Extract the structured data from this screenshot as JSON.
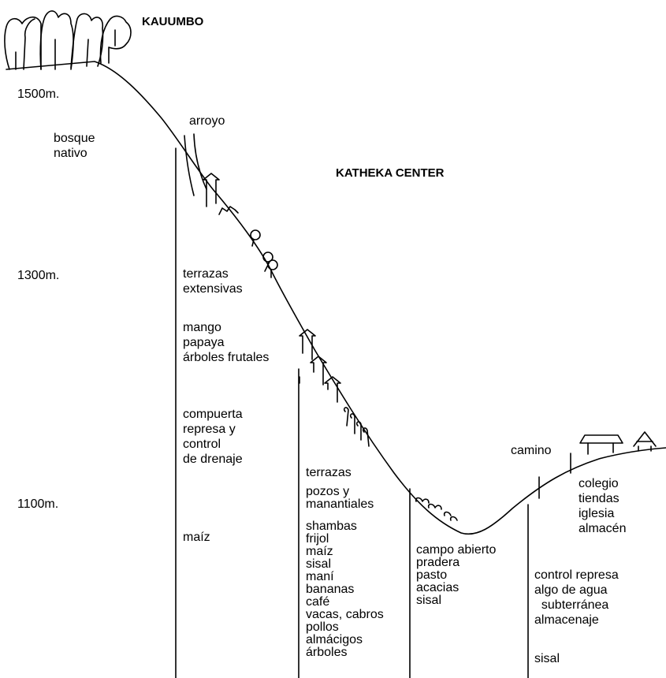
{
  "places": {
    "kauumbo": "KAUUMBO",
    "katheka": "KATHEKA CENTER"
  },
  "elevations": {
    "e1500": "1500m.",
    "e1300": "1300m.",
    "e1100": "1100m."
  },
  "features": {
    "arroyo": "arroyo",
    "camino": "camino"
  },
  "zones": {
    "forest": [
      "bosque",
      "nativo"
    ],
    "upper_slope": {
      "group1": [
        "terrazas",
        "extensivas"
      ],
      "group2": [
        "mango",
        "papaya",
        "árboles frutales"
      ],
      "group3": [
        "compuerta",
        "represa y",
        "control",
        "de drenaje"
      ],
      "group4": [
        "maíz"
      ]
    },
    "lower_slope": {
      "group1": [
        "terrazas"
      ],
      "group2": [
        "pozos y",
        "manantiales"
      ],
      "group3": [
        "shambas",
        "frijol",
        "maíz",
        "sisal",
        "maní",
        "bananas",
        "café",
        "vacas, cabros",
        "pollos",
        "almácigos",
        "árboles"
      ]
    },
    "valley": [
      "campo abierto",
      "pradera",
      "pasto",
      "acacias",
      "sisal"
    ],
    "village": [
      "colegio",
      "tiendas",
      "iglesia",
      "almacén"
    ],
    "far_slope": {
      "group1": [
        "control represa",
        "algo de agua",
        "  subterránea",
        "almacenaje"
      ],
      "group2": [
        "sisal"
      ]
    }
  },
  "colors": {
    "ink": "#000000",
    "paper": "#ffffff"
  }
}
